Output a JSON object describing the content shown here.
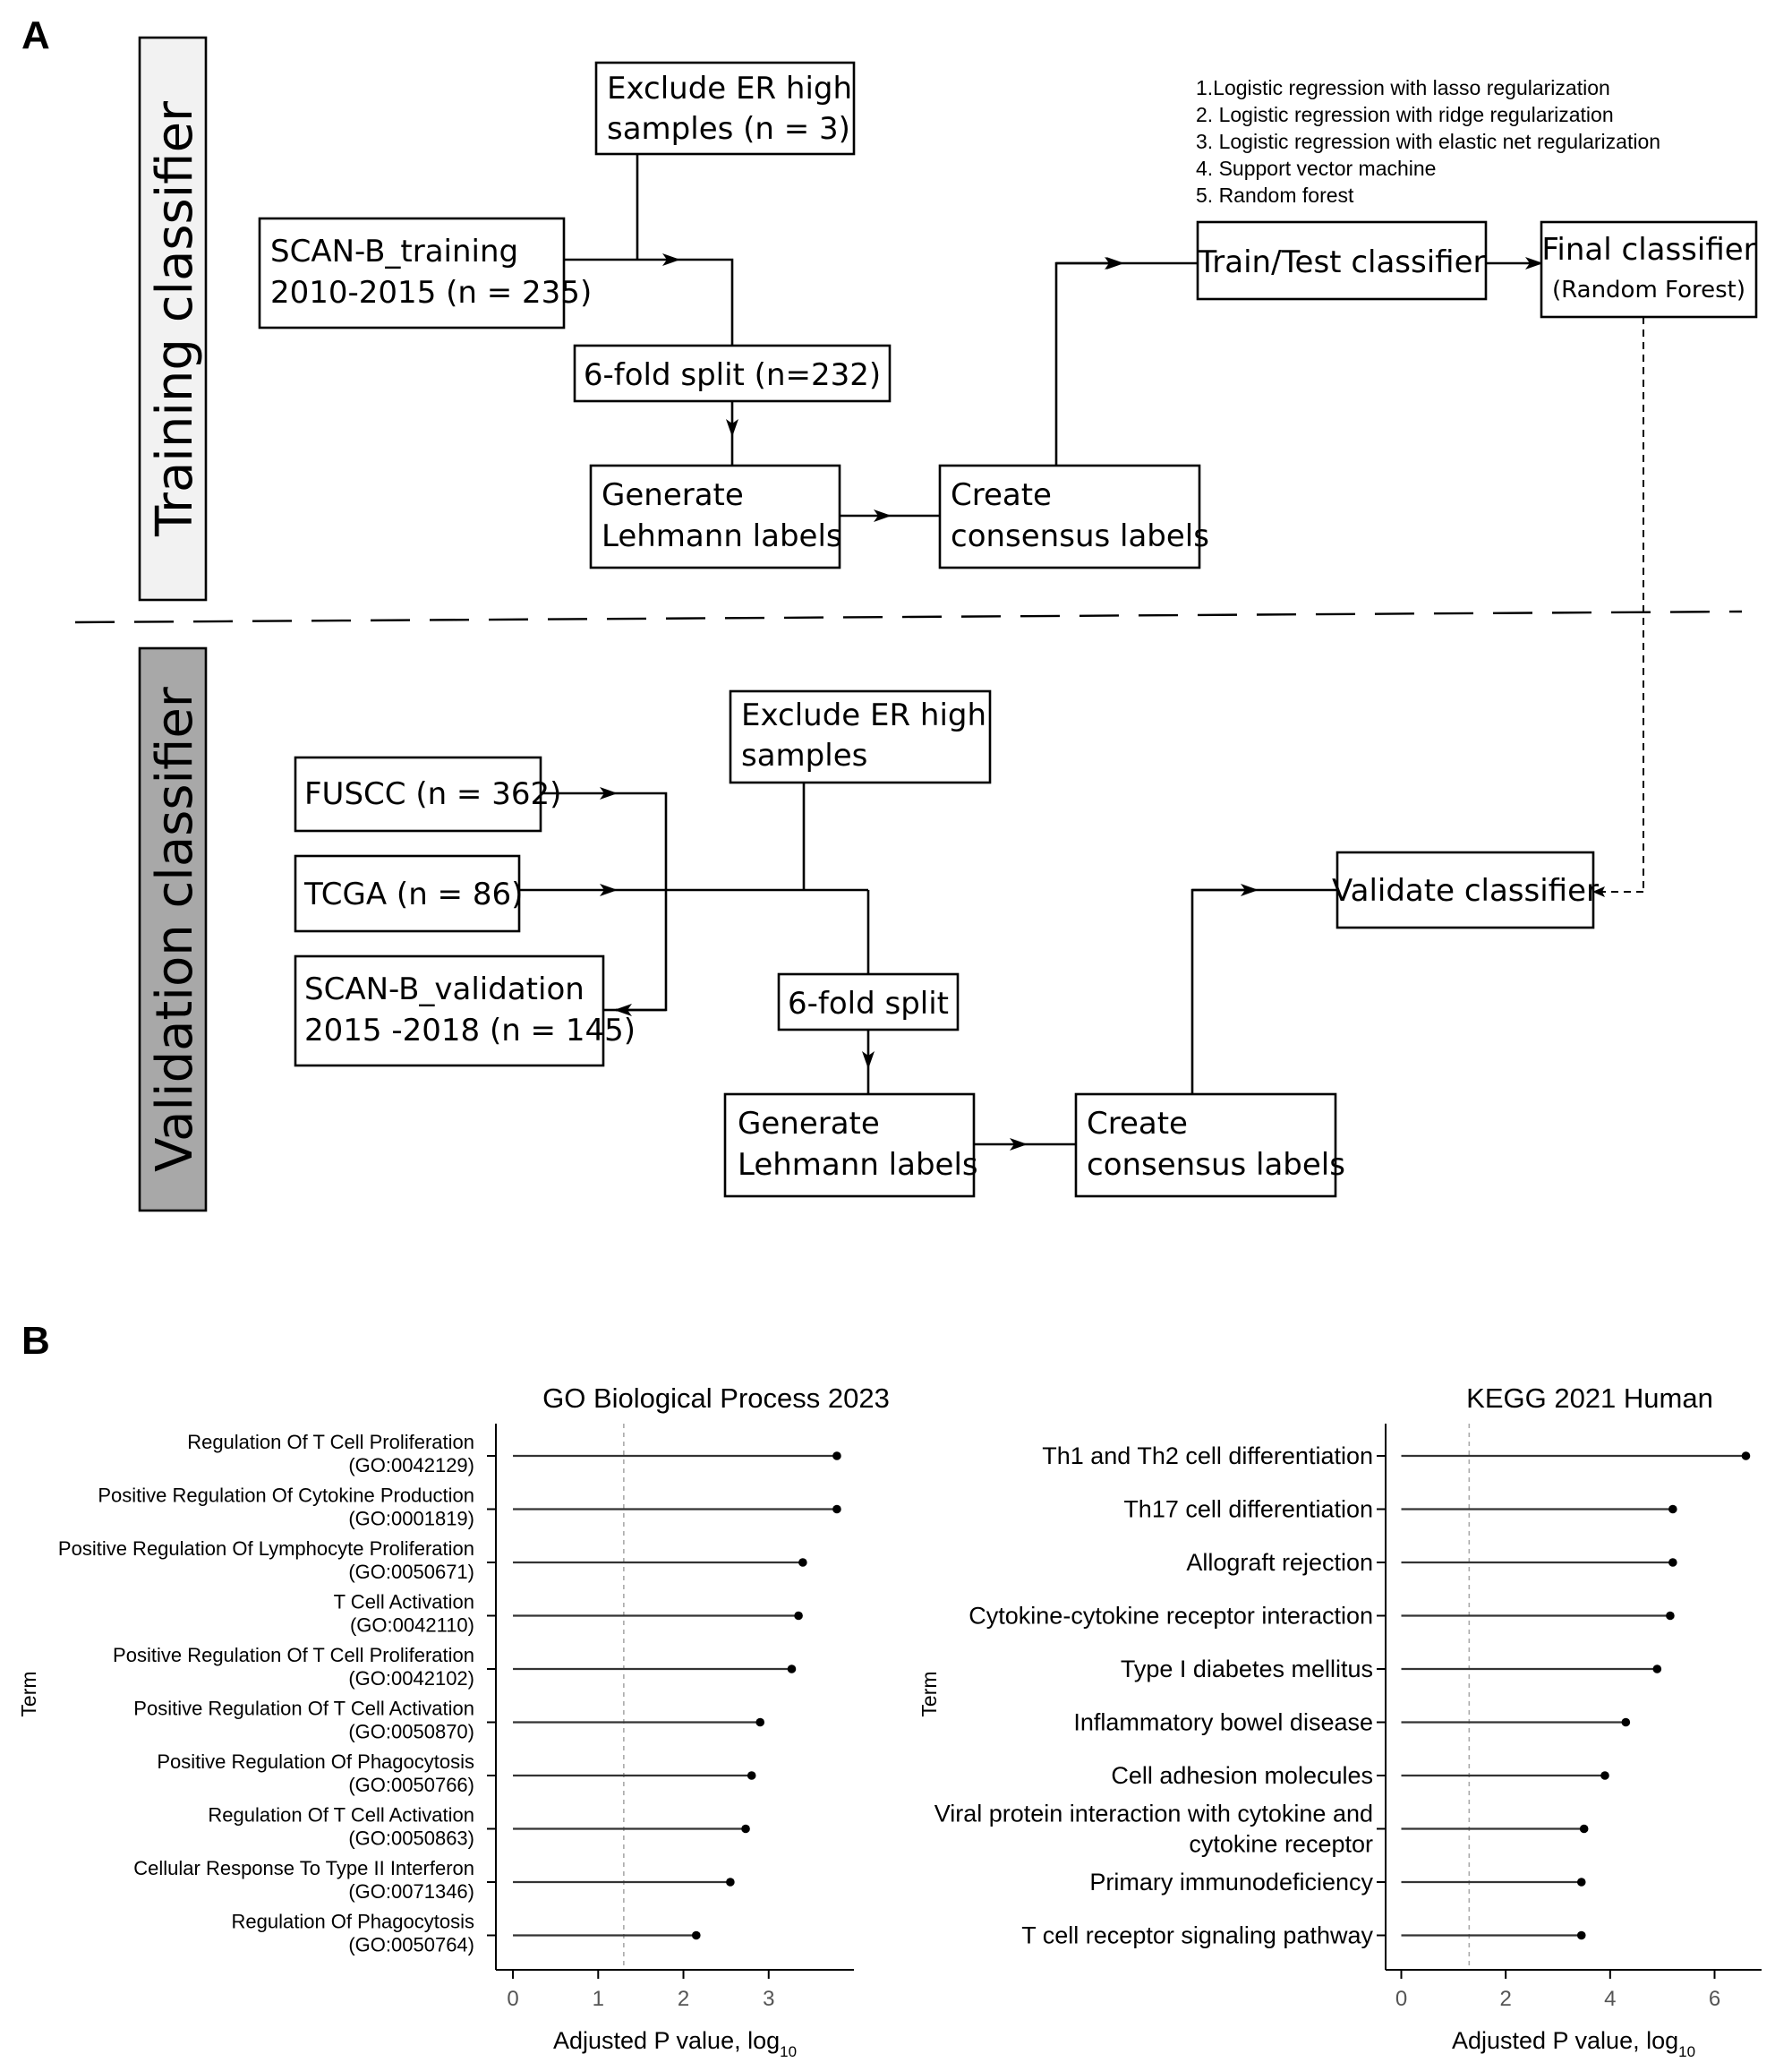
{
  "panels": {
    "a": "A",
    "b": "B"
  },
  "flowchart": {
    "training_label": "Training classifier",
    "validation_label": "Validation classifier",
    "training": {
      "exclude_er": [
        "Exclude ER high",
        "samples (n = 3)"
      ],
      "scanb_training": [
        "SCAN-B_training",
        "2010-2015 (n = 235)"
      ],
      "split": "6-fold split (n=232)",
      "generate": [
        "Generate",
        "Lehmann labels"
      ],
      "consensus": [
        "Create",
        "consensus labels"
      ],
      "train_test": "Train/Test classifier",
      "final": "Final classifier",
      "final_sub": "(Random Forest)",
      "methods": [
        "1.Logistic regression with lasso regularization",
        "2. Logistic regression with ridge regularization",
        "3. Logistic regression with elastic net regularization",
        "4. Support vector machine",
        "5. Random forest"
      ]
    },
    "validation": {
      "exclude_er": [
        "Exclude ER high",
        "samples"
      ],
      "fuscc": "FUSCC (n = 362)",
      "tcga": "TCGA (n = 86)",
      "scanb_validation": [
        "SCAN-B_validation",
        "2015 -2018 (n = 145)"
      ],
      "split": "6-fold split",
      "generate": [
        "Generate",
        "Lehmann labels"
      ],
      "consensus": [
        "Create",
        "consensus labels"
      ],
      "validate": "Validate classifier"
    }
  },
  "chart_data": [
    {
      "type": "lollipop",
      "title": "GO Biological Process 2023",
      "xlabel": "Adjusted P value, log",
      "xlabel_subscript": "10",
      "ylabel": "Term",
      "xlim": [
        -0.2,
        4.0
      ],
      "xticks": [
        0,
        1,
        2,
        3
      ],
      "threshold": 1.3,
      "terms": [
        [
          "Regulation Of T Cell Proliferation",
          "(GO:0042129)"
        ],
        [
          "Positive Regulation Of Cytokine Production",
          "(GO:0001819)"
        ],
        [
          "Positive Regulation Of Lymphocyte Proliferation",
          "(GO:0050671)"
        ],
        [
          "T Cell Activation",
          "(GO:0042110)"
        ],
        [
          "Positive Regulation Of T Cell Proliferation",
          "(GO:0042102)"
        ],
        [
          "Positive Regulation Of T Cell Activation",
          "(GO:0050870)"
        ],
        [
          "Positive Regulation Of Phagocytosis",
          "(GO:0050766)"
        ],
        [
          "Regulation Of T Cell Activation",
          "(GO:0050863)"
        ],
        [
          "Cellular Response To Type II Interferon",
          "(GO:0071346)"
        ],
        [
          "Regulation Of Phagocytosis",
          "(GO:0050764)"
        ]
      ],
      "values": [
        3.8,
        3.8,
        3.4,
        3.35,
        3.27,
        2.9,
        2.8,
        2.73,
        2.55,
        2.15
      ]
    },
    {
      "type": "lollipop",
      "title": "KEGG 2021 Human",
      "xlabel": "Adjusted P value, log",
      "xlabel_subscript": "10",
      "ylabel": "Term",
      "xlim": [
        -0.3,
        6.9
      ],
      "xticks": [
        0,
        2,
        4,
        6
      ],
      "threshold": 1.3,
      "terms": [
        [
          "Th1 and Th2 cell differentiation"
        ],
        [
          "Th17 cell differentiation"
        ],
        [
          "Allograft rejection"
        ],
        [
          "Cytokine-cytokine receptor interaction"
        ],
        [
          "Type I diabetes mellitus"
        ],
        [
          "Inflammatory bowel disease"
        ],
        [
          "Cell adhesion molecules"
        ],
        [
          "Viral protein interaction with cytokine and",
          "cytokine receptor"
        ],
        [
          "Primary immunodeficiency"
        ],
        [
          "T cell receptor signaling pathway"
        ]
      ],
      "values": [
        6.6,
        5.2,
        5.2,
        5.15,
        4.9,
        4.3,
        3.9,
        3.5,
        3.45,
        3.45
      ]
    }
  ]
}
